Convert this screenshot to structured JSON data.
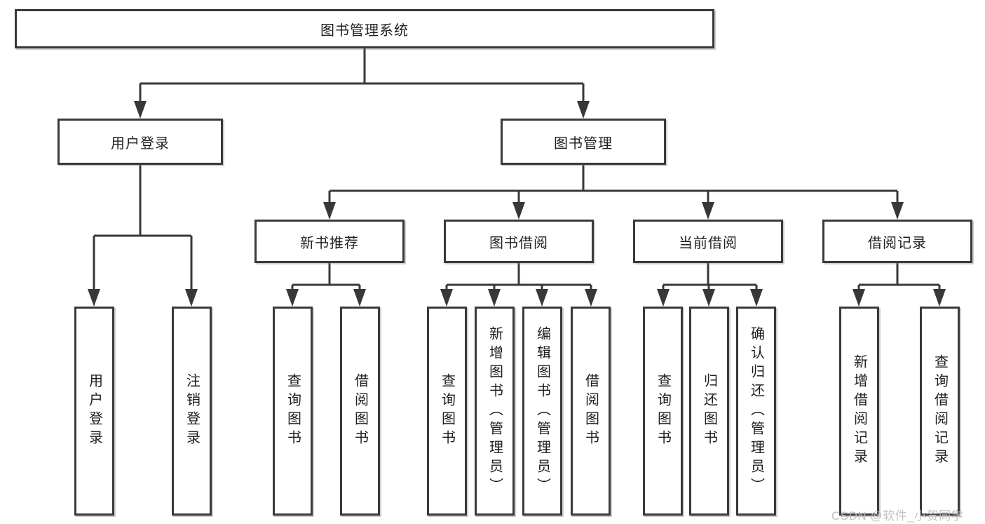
{
  "tree": {
    "root": {
      "label": "图书管理系统",
      "children": [
        {
          "label": "用户登录",
          "children": [
            {
              "label": "用户登录"
            },
            {
              "label": "注销登录"
            }
          ]
        },
        {
          "label": "图书管理",
          "children": [
            {
              "label": "新书推荐",
              "children": [
                {
                  "label": "查询图书"
                },
                {
                  "label": "借阅图书"
                }
              ]
            },
            {
              "label": "图书借阅",
              "children": [
                {
                  "label": "查询图书"
                },
                {
                  "label": "新增图书（管理员）"
                },
                {
                  "label": "编辑图书（管理员）"
                },
                {
                  "label": "借阅图书"
                }
              ]
            },
            {
              "label": "当前借阅",
              "children": [
                {
                  "label": "查询图书"
                },
                {
                  "label": "归还图书"
                },
                {
                  "label": "确认归还（管理员）"
                }
              ]
            },
            {
              "label": "借阅记录",
              "children": [
                {
                  "label": "新增借阅记录"
                },
                {
                  "label": "查询借阅记录"
                }
              ]
            }
          ]
        }
      ]
    }
  },
  "watermark": {
    "text": "CSDN @软件_小贺同学"
  },
  "colors": {
    "line": "#383838",
    "border": "#3a3a3a",
    "text": "#1f1f1f",
    "background": "#ffffff",
    "watermark": "#bdbdbd"
  }
}
